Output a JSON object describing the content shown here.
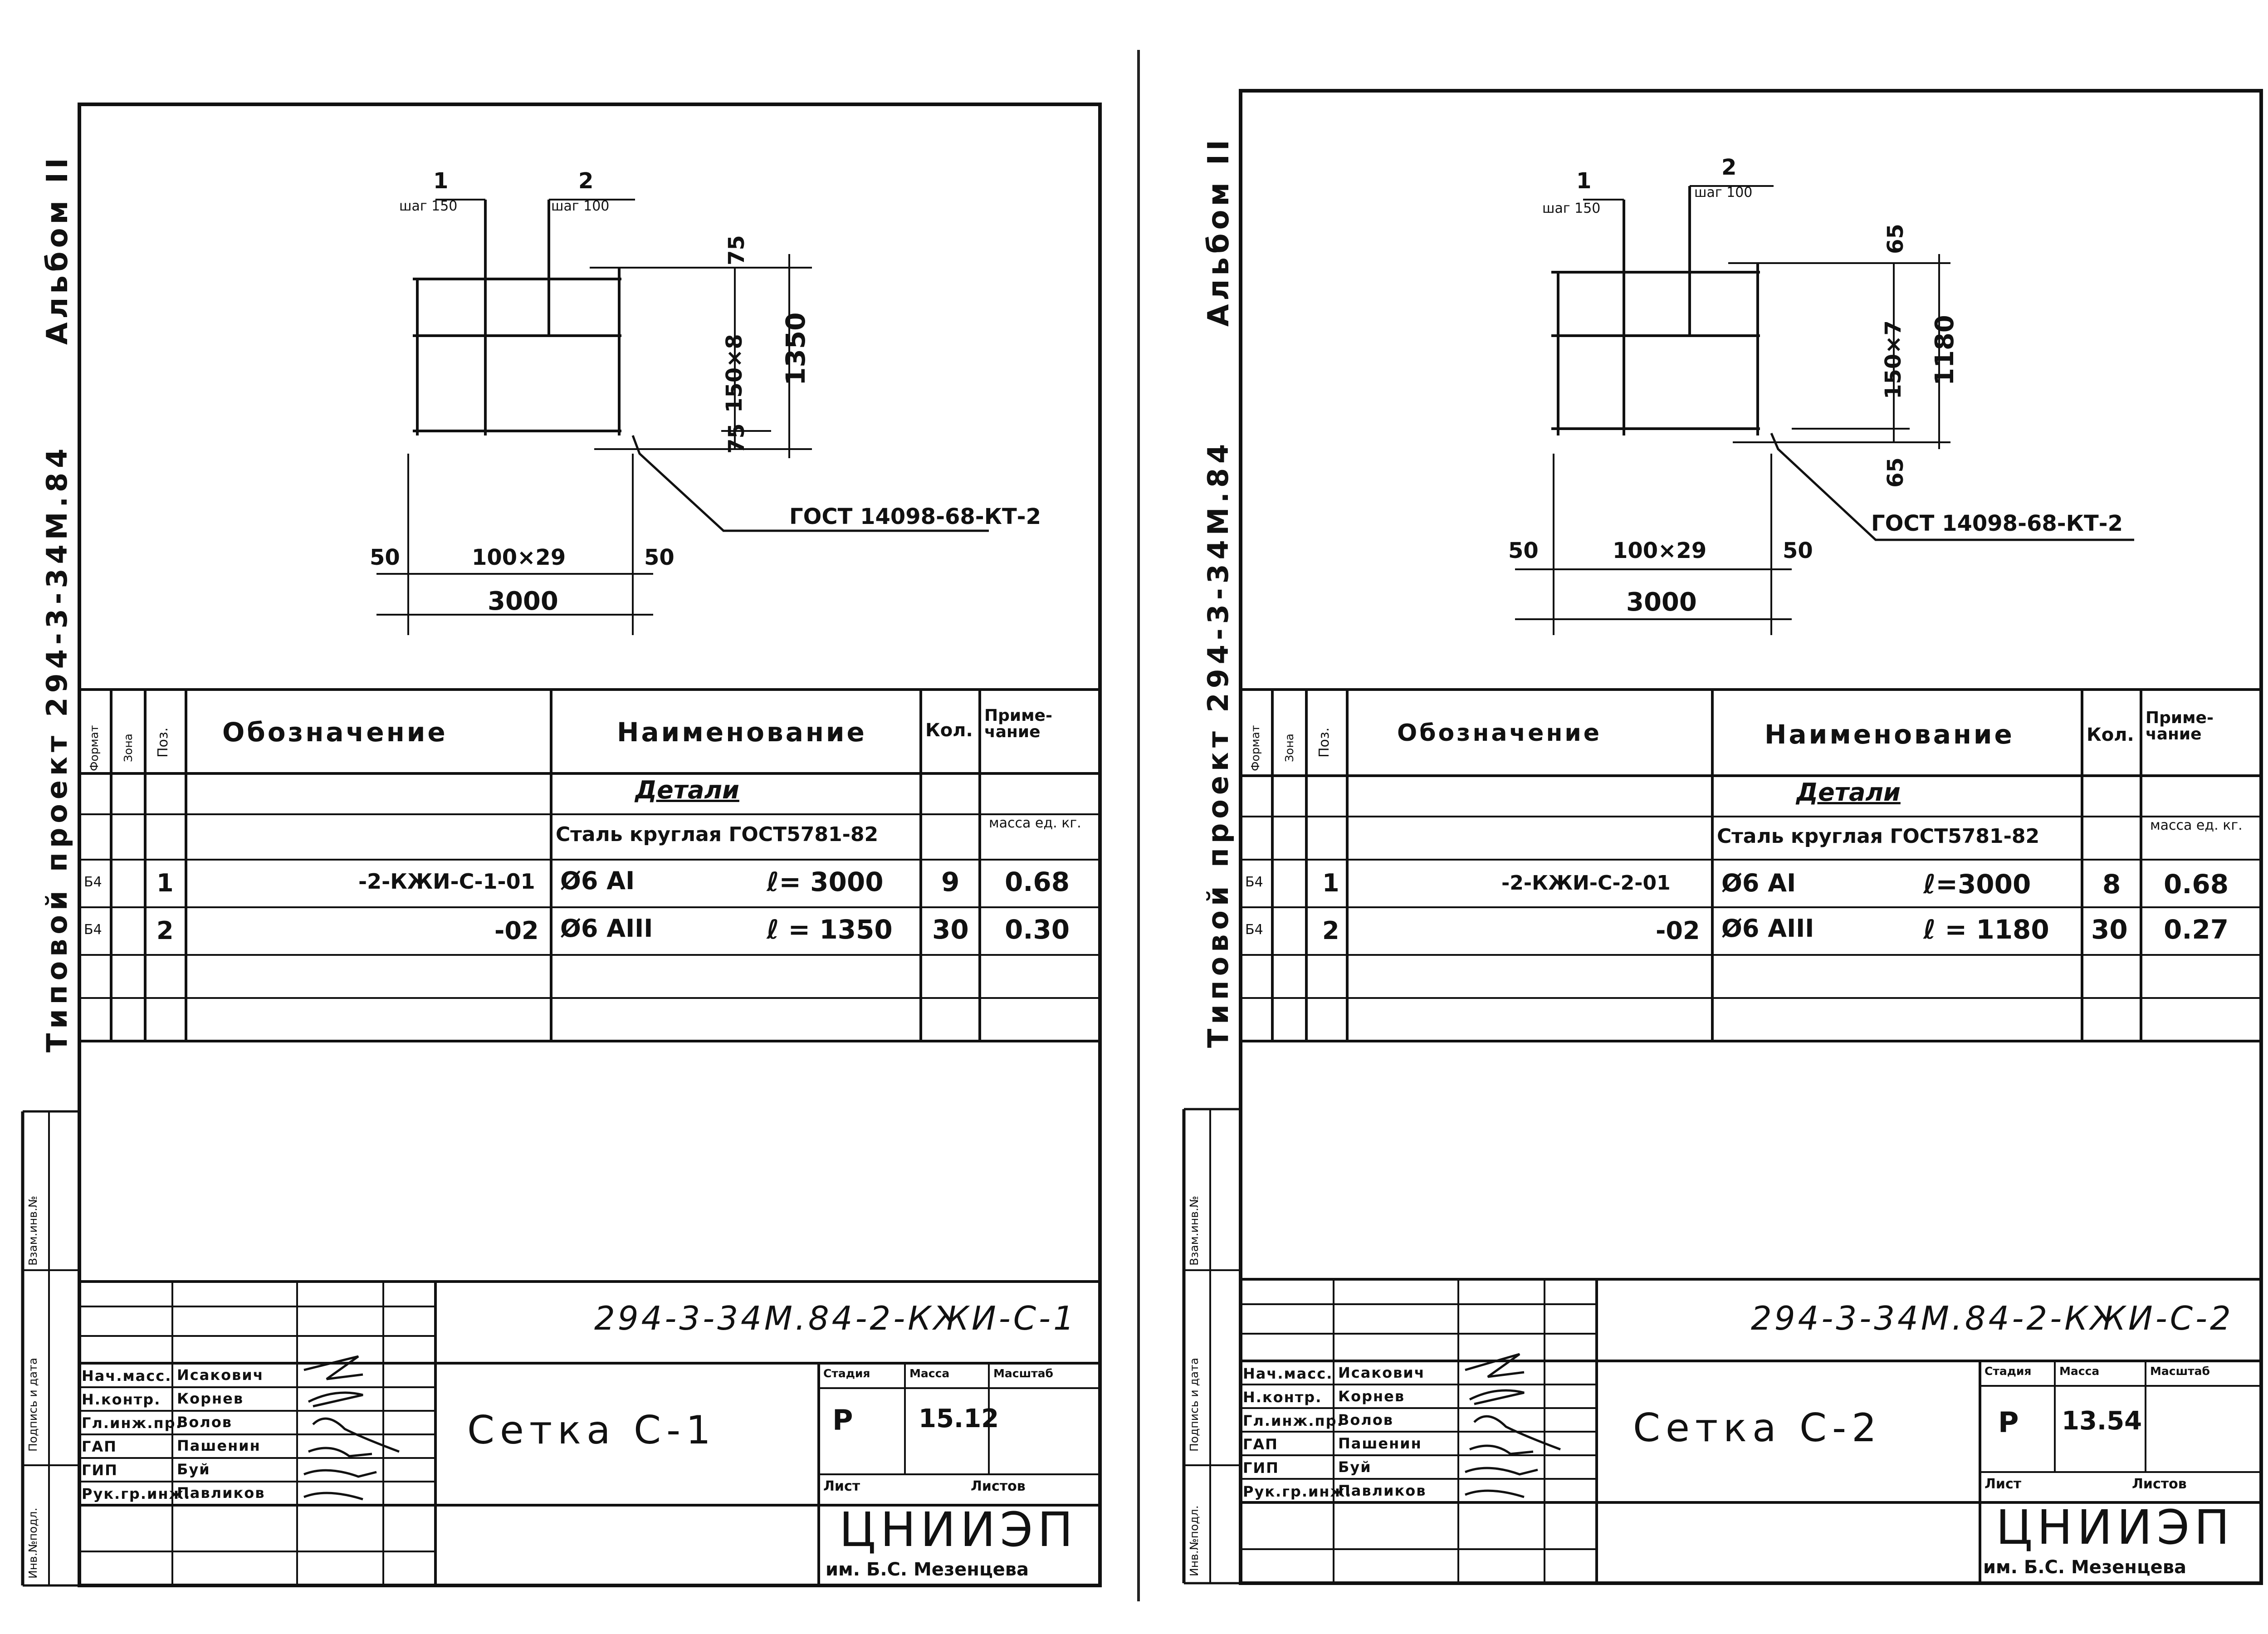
{
  "sheets": [
    {
      "side_album": "Альбом  II",
      "side_project": "Типовой  проект  294-3-34М.84",
      "side_stamps": [
        "Инв.№подл.",
        "Подпись и дата",
        "Взам.инв.№"
      ],
      "drawing": {
        "pos1_label": "1",
        "pos1_step": "шаг 150",
        "pos2_label": "2",
        "pos2_step": "шаг 100",
        "top_offset": "75",
        "bottom_offset": "75",
        "inner_dim": "150×8",
        "height_dim": "1350",
        "left_edge": "50",
        "right_edge": "50",
        "span_dim": "100×29",
        "total_dim": "3000",
        "gost": "ГОСТ 14098-68-КТ-2"
      },
      "spec": {
        "headers": {
          "format": "Формат",
          "zone": "Зона",
          "pos": "Поз.",
          "designation": "Обозначение",
          "name": "Наименование",
          "qty": "Кол.",
          "note": "Приме-чание"
        },
        "section": "Детали",
        "material": "Сталь круглая ГОСТ5781-82",
        "mass_note": "масса ед. кг.",
        "rows": [
          {
            "format": "Б4",
            "pos": "1",
            "designation": "-2-КЖИ-С-1-01",
            "dia": "Ø6 АI",
            "length": "ℓ= 3000",
            "qty": "9",
            "note": "0.68"
          },
          {
            "format": "Б4",
            "pos": "2",
            "designation": "-02",
            "dia": "Ø6 АIII",
            "length": "ℓ = 1350",
            "qty": "30",
            "note": "0.30"
          }
        ]
      },
      "title_block": {
        "code": "294-3-34М.84-2-КЖИ-С-1",
        "name": "Сетка  С-1",
        "stage_label": "Стадия",
        "mass_label": "Масса",
        "scale_label": "Масштаб",
        "stage": "Р",
        "mass": "15.12",
        "scale": "",
        "sheet_label": "Лист",
        "sheets_label": "Листов",
        "org": "ЦНИИЭП",
        "org_sub": "им. Б.С. Мезенцева",
        "roles": [
          "Нач.масс.",
          "Н.контр.",
          "Гл.инж.пр.",
          "ГАП",
          "ГИП",
          "Рук.гр.инж."
        ],
        "names": [
          "Исакович",
          "Корнев",
          "Волов",
          "Пашенин",
          "Буй",
          "Павликов"
        ]
      }
    },
    {
      "side_album": "Альбом  II",
      "side_project": "Типовой  проект  294-3-34М.84",
      "side_stamps": [
        "Инв.№подл.",
        "Подпись и дата",
        "Взам.инв.№"
      ],
      "drawing": {
        "pos1_label": "1",
        "pos1_step": "шаг 150",
        "pos2_label": "2",
        "pos2_step": "шаг 100",
        "top_offset": "65",
        "bottom_offset": "65",
        "inner_dim": "150×7",
        "height_dim": "1180",
        "left_edge": "50",
        "right_edge": "50",
        "span_dim": "100×29",
        "total_dim": "3000",
        "gost": "ГОСТ 14098-68-КТ-2"
      },
      "spec": {
        "headers": {
          "format": "Формат",
          "zone": "Зона",
          "pos": "Поз.",
          "designation": "Обозначение",
          "name": "Наименование",
          "qty": "Кол.",
          "note": "Приме-чание"
        },
        "section": "Детали",
        "material": "Сталь круглая ГОСТ5781-82",
        "mass_note": "масса ед. кг.",
        "rows": [
          {
            "format": "Б4",
            "pos": "1",
            "designation": "-2-КЖИ-С-2-01",
            "dia": "Ø6 АI",
            "length": "ℓ=3000",
            "qty": "8",
            "note": "0.68"
          },
          {
            "format": "Б4",
            "pos": "2",
            "designation": "-02",
            "dia": "Ø6 АIII",
            "length": "ℓ = 1180",
            "qty": "30",
            "note": "0.27"
          }
        ]
      },
      "title_block": {
        "code": "294-3-34М.84-2-КЖИ-С-2",
        "name": "Сетка С-2",
        "stage_label": "Стадия",
        "mass_label": "Масса",
        "scale_label": "Масштаб",
        "stage": "Р",
        "mass": "13.54",
        "scale": "",
        "sheet_label": "Лист",
        "sheets_label": "Листов",
        "org": "ЦНИИЭП",
        "org_sub": "им. Б.С. Мезенцева",
        "roles": [
          "Нач.масс.",
          "Н.контр.",
          "Гл.инж.пр.",
          "ГАП",
          "ГИП",
          "Рук.гр.инж."
        ],
        "names": [
          "Исакович",
          "Корнев",
          "Волов",
          "Пашенин",
          "Буй",
          "Павликов"
        ]
      }
    }
  ]
}
